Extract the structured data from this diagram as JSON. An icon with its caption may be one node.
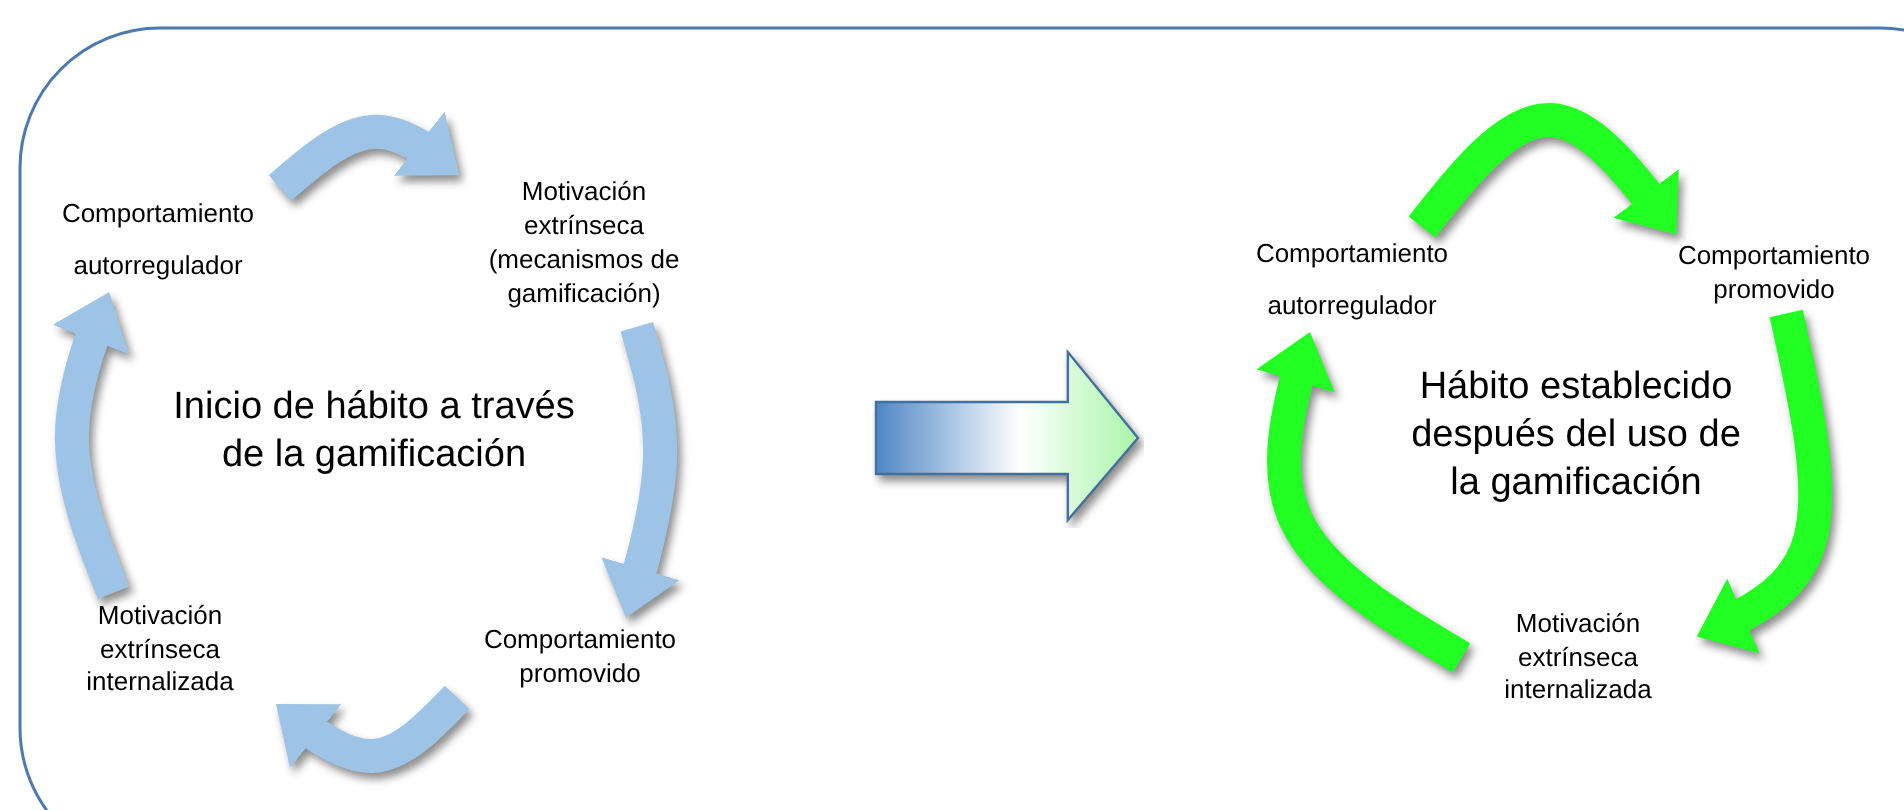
{
  "diagram": {
    "nodes": [
      {
        "text": [
          "Comportamiento",
          "autorregulador"
        ]
      },
      {
        "text": [
          "Motivación extrínseca (mecanismos de gamificación)"
        ]
      },
      {
        "text": [
          "Comportamiento promovido"
        ]
      },
      {
        "text": [
          "Motivación extrínseca internalizada"
        ]
      },
      {
        "text": [
          "Inicio de hábito a través de la gamificación"
        ]
      },
      {
        "text": [],
        "shape": "arrow"
      },
      {
        "text": [
          "Comportamiento",
          "autorregulador"
        ]
      },
      {
        "text": [
          "Comportamiento promovido"
        ]
      },
      {
        "text": [
          "Motivación extrínseca internalizada"
        ]
      },
      {
        "text": [
          "Hábito establecido después del uso de la gamificación"
        ]
      }
    ],
    "edges": [
      {
        "from": 0,
        "to": 1,
        "arrow": "to"
      },
      {
        "from": 1,
        "to": 2,
        "arrow": "to"
      },
      {
        "from": 2,
        "to": 3,
        "arrow": "to"
      },
      {
        "from": 3,
        "to": 0,
        "arrow": "to"
      },
      {
        "from": 6,
        "to": 7,
        "arrow": "to",
        "color": "#22ff22"
      },
      {
        "from": 7,
        "to": 8,
        "arrow": "to",
        "color": "#22ff22"
      },
      {
        "from": 8,
        "to": 6,
        "arrow": "to",
        "color": "#22ff22"
      }
    ]
  }
}
